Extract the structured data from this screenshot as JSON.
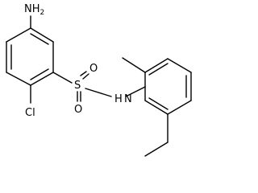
{
  "molecule": {
    "atom_labels": {
      "amine_n": "N",
      "amine_h": "H",
      "amine_h_count": "2",
      "chlorine": "Cl",
      "sulfur": "S",
      "oxygen_top": "O",
      "oxygen_bottom": "O",
      "nh_n": "N",
      "nh_h": "H"
    },
    "colors": {
      "bond": "#000000",
      "text": "#000000",
      "background": "#ffffff"
    }
  }
}
